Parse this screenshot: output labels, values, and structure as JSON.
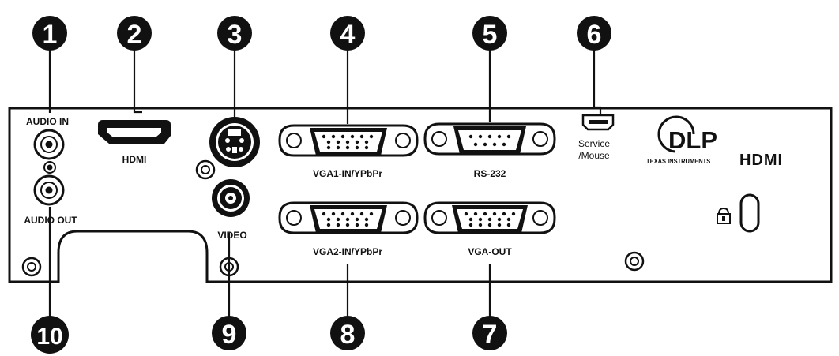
{
  "callouts": [
    {
      "num": "1",
      "target": "audio-in"
    },
    {
      "num": "2",
      "target": "hdmi"
    },
    {
      "num": "3",
      "target": "s-video"
    },
    {
      "num": "4",
      "target": "vga1-in"
    },
    {
      "num": "5",
      "target": "rs-232"
    },
    {
      "num": "6",
      "target": "service-mouse"
    },
    {
      "num": "7",
      "target": "vga-out"
    },
    {
      "num": "8",
      "target": "vga2-in"
    },
    {
      "num": "9",
      "target": "video"
    },
    {
      "num": "10",
      "target": "audio-out"
    }
  ],
  "labels": {
    "audio_in": "AUDIO IN",
    "audio_out": "AUDIO OUT",
    "hdmi": "HDMI",
    "video": "VIDEO",
    "vga1": "VGA1-IN/YPbPr",
    "vga2": "VGA2-IN/YPbPr",
    "rs232": "RS-232",
    "vga_out": "VGA-OUT",
    "service": "Service",
    "mouse": "/Mouse",
    "dlp": "DLP",
    "dlp_small": "TEXAS INSTRUMENTS",
    "hdmi_logo": "HDMI"
  },
  "icons": {
    "lock": "kensington-lock-icon"
  }
}
